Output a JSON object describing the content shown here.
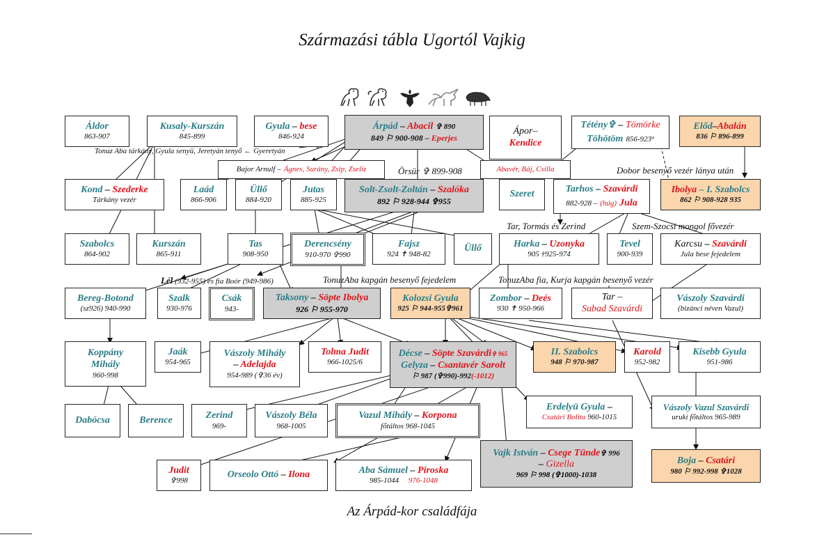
{
  "title": "Származási tábla Ugortól Vajkig",
  "caption": "Az Árpád-kor családfája",
  "colors": {
    "teal": "#2a7d86",
    "red": "#e0141b",
    "grey": "#cfcfcf",
    "orange": "#fbd6ad"
  },
  "emblems": [
    "lion-icon",
    "lion-icon",
    "eagle-icon",
    "griffin-icon",
    "boar-icon"
  ],
  "boxes": {
    "aldor": {
      "name": "Áldor",
      "years": "863-907"
    },
    "kusaly": {
      "name": "Kusaly-Kurszán",
      "years": "845-899"
    },
    "gyula": {
      "name": "Gyula",
      "sep": "–",
      "spouse": "bese",
      "years": "846-924"
    },
    "arpad": {
      "name": "Árpád",
      "sep": "–",
      "spouse": "Abacil",
      "mark": "✞ 890",
      "years": "849 ⚐ 900-908 –",
      "spouse2": "Eperjes"
    },
    "apor": {
      "name": "Ápor–",
      "spouse": "Kendice"
    },
    "teteny": {
      "name": "Tétény✞",
      "sep": "–",
      "spouse": "Tömörke",
      "name2": "Töhötöm",
      "years": "856-923⁹"
    },
    "elod": {
      "name": "Előd",
      "sep": "–",
      "spouse": "Abalán",
      "years": "836 ⚐ 896-899"
    },
    "bajor": {
      "name": "Bajor Arnulf –",
      "spouse": "Ágnes, Surány, Zsip, Zseliz"
    },
    "abaver": {
      "spouse": "Abavér, Báj, Csilla"
    },
    "kond": {
      "name": "Kond",
      "sep": "–",
      "spouse": "Szederke",
      "years": "Tárkány vezér"
    },
    "laad": {
      "name": "Laád",
      "years": "866-906"
    },
    "ullo1": {
      "name": "Üllő",
      "years": "884-920"
    },
    "jutas": {
      "name": "Jutas",
      "years": "885-925"
    },
    "solt": {
      "name": "Solt-Zsolt-Zoltán",
      "sep": "–",
      "spouse": "Szalóka",
      "years": "892 ⚐ 928-944 ✞955"
    },
    "szeret": {
      "name": "Szeret"
    },
    "tarhos": {
      "name": "Tarhos",
      "sep": "–",
      "spouse": "Szavárdi",
      "years": "882-928 –",
      "spouse2": "(húg)",
      "spouse3": "Jula"
    },
    "ibolya": {
      "name": "Ibolya",
      "sep": "– I. Szabolcs",
      "years": "862 ⚐ 908-928 935"
    },
    "szabolcs": {
      "name": "Szabolcs",
      "years": "864-902"
    },
    "kurszan": {
      "name": "Kurszán",
      "years": "865-911"
    },
    "tas": {
      "name": "Tas",
      "years": "908-950"
    },
    "derencseny": {
      "name": "Derencsény",
      "years": "910-970 ✞990"
    },
    "fajsz": {
      "name": "Fajsz",
      "years": "924 ✝ 948-82"
    },
    "ullo2": {
      "name": "Üllő"
    },
    "harka": {
      "name": "Harka",
      "sep": "–",
      "spouse": "Uzonyka",
      "years": "905 †925-974"
    },
    "tevel": {
      "name": "Tevel",
      "years": "900-939"
    },
    "karcsu": {
      "name": "Karcsu",
      "sep": "–",
      "spouse": "Szavárdi",
      "years": "Jula bese fejedelem"
    },
    "bereg": {
      "name": "Bereg-Botond",
      "years": "(sz926) 940-990"
    },
    "szalk": {
      "name": "Szalk",
      "years": "930-976"
    },
    "csak": {
      "name": "Csák",
      "years": "943-"
    },
    "taksony": {
      "name": "Taksony",
      "sep": "–",
      "spouse": "Söpte Ibolya",
      "years": "926 ⚐ 955-970"
    },
    "kolozsi": {
      "name": "Kolozsi Gyula",
      "years": "925 ⚐ 944-955✞961"
    },
    "zombor": {
      "name": "Zombor",
      "sep": "–",
      "spouse": "Deés",
      "years": "930 ✝ 950-966"
    },
    "tar": {
      "name": "Tar –",
      "spouse": "Subad Szavárdi"
    },
    "vaszoly1": {
      "name": "Vászoly Szavárdi",
      "years": "(bizánci néven Vazul)"
    },
    "koppany": {
      "name": "Koppány Mihály",
      "years": "960-998"
    },
    "jaak": {
      "name": "Jaák",
      "years": "954-965"
    },
    "vaszolymihaly": {
      "name": "Vászoly Mihály",
      "sep": "–",
      "spouse": "Adelajda",
      "years": "954-989 (✞36 év)"
    },
    "tolma": {
      "spouse": "Tolma Judit",
      "years": "966-1025/6"
    },
    "decse": {
      "name": "Décse",
      "sep": "–",
      "spouse": "Söpte Szavárdi",
      "mark": "✞ 965",
      "name2": "Gelyza",
      "sep2": "–",
      "spouse2": "Csantavér Sarolt",
      "years": "⚐ 987 (✞990)-992",
      "years2": "(-1012)"
    },
    "szabolcs2": {
      "name": "II. Szabolcs",
      "years": "948 ⚐ 970-987"
    },
    "karold": {
      "spouse": "Karold",
      "years": "952-982"
    },
    "kisebb": {
      "name": "Kisebb Gyula",
      "years": "951-986"
    },
    "dabocsa": {
      "name": "Dabócsa"
    },
    "berence": {
      "name": "Berence"
    },
    "zerind": {
      "name": "Zerind",
      "years": "969-"
    },
    "vaszolybela": {
      "name": "Vászoly Béla",
      "years": "968-1005"
    },
    "vazul": {
      "name": "Vazul Mihály",
      "sep": "–",
      "spouse": "Korpona",
      "years": "főtáltos 968-1045"
    },
    "erdelyi": {
      "name": "Erdelyü Gyula",
      "sep": "–",
      "spouse": "Csatári Bolita",
      "years": "960-1015"
    },
    "vaszolyvazul": {
      "name": "Vászoly Vazul Szavárdi",
      "years": "uruki főtáltos 965-989"
    },
    "vajk": {
      "name": "Vajk István",
      "sep": "–",
      "spouse": "Csege Tünde",
      "mark": "✞ 996",
      "sep2": "–",
      "spouse2": "Gizella",
      "years": "969 ⚐ 998 (✞1000)-1038"
    },
    "judit": {
      "spouse": "Judit",
      "years": "✞998"
    },
    "orseolo": {
      "name": "Orseolo Ottó",
      "sep": "–",
      "spouse": "Ilona"
    },
    "abasamuel": {
      "name": "Aba Sámuel",
      "sep": "–",
      "spouse": "Piroska",
      "years": "985-1044",
      "years2": "976-1048"
    },
    "boja": {
      "name": "Boja",
      "sep": "–",
      "spouse": "Csatári",
      "years": "980 ⚐ 992-998 ✞1028"
    }
  },
  "notes": {
    "tonuz1": "Tonuz Aba tárkány, Gyula senyü, Jeretyán tenyő ←  Gyeretyán",
    "orsur": "Örsür ✞ 899-908",
    "dobor": "Dobor besenyő vezér lánya után",
    "tar_tormas": "Tar, Tormás és Zerind",
    "szem": "Szem-Szocsi mongol fővezér",
    "lel_name": "Lél",
    "lel_rest": " (932-955)  és fia Boór (949-986)",
    "tonuz2": "TonuzAba kapgán besenyő fejedelem",
    "tonuz3": "TonuzAba fia, Kurja kapgán besenyő vezér"
  }
}
